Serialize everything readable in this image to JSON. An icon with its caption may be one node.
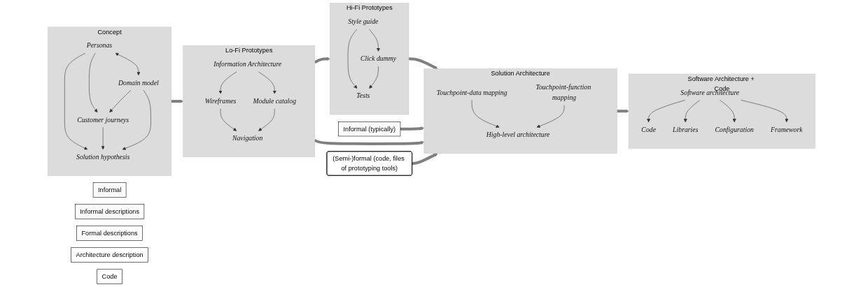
{
  "diagram": {
    "nodes": [
      {
        "text": [
          "Concept"
        ]
      },
      {
        "text": [
          "Domain model"
        ],
        "in": 0
      },
      {
        "text": [
          "Personas"
        ],
        "in": 0
      },
      {
        "text": [
          "Customer journeys"
        ],
        "in": 0
      },
      {
        "text": [
          "Solution hypothesis"
        ],
        "in": 0
      },
      {
        "text": [
          "Informal (typically)"
        ]
      },
      {
        "text": [
          "Lo-Fi Prototypes"
        ]
      },
      {
        "text": [
          "Information Architecture"
        ],
        "in": 6
      },
      {
        "text": [
          "Wireframes"
        ],
        "in": 6
      },
      {
        "text": [
          "Module catalog"
        ],
        "in": 6
      },
      {
        "text": [
          "Navigation"
        ],
        "in": 6
      },
      {
        "text": [
          "Informal"
        ]
      },
      {
        "text": [
          "Hi-Fi Prototypes"
        ]
      },
      {
        "text": [
          "Style guide"
        ],
        "in": 12
      },
      {
        "text": [
          "Click dummy"
        ],
        "in": 12
      },
      {
        "text": [
          "Tests"
        ],
        "in": 12
      },
      {
        "text": [
          "(Semi-)formal (code, files of prototyping tools)"
        ]
      },
      {
        "text": [
          "Solution Architecture"
        ]
      },
      {
        "text": [
          "Touchpoint-data mapping"
        ],
        "in": 17
      },
      {
        "text": [
          "Touchpoint-function mapping"
        ],
        "in": 17
      },
      {
        "text": [
          "High-level architecture"
        ],
        "in": 17
      },
      {
        "text": [
          "Informal descriptions"
        ]
      },
      {
        "text": [
          "Formal descriptions"
        ]
      },
      {
        "text": [
          "Software Architecture + Code"
        ]
      },
      {
        "text": [
          "Software architecture"
        ],
        "in": 23
      },
      {
        "text": [
          "Code"
        ],
        "in": 23
      },
      {
        "text": [
          "Libraries"
        ],
        "in": 23
      },
      {
        "text": [
          "Configuration"
        ],
        "in": 23
      },
      {
        "text": [
          "Framework"
        ],
        "in": 23
      },
      {
        "text": [
          "Architecture description"
        ]
      },
      {
        "text": [
          "Code"
        ]
      }
    ],
    "edges": [
      {
        "from": 0,
        "to": 6,
        "arrow": "to",
        "style": "thick",
        "color": "#808080"
      },
      {
        "from": 6,
        "to": 12,
        "arrow": "to",
        "style": "thick",
        "color": "#808080"
      },
      {
        "from": 12,
        "to": 17,
        "arrow": "to",
        "style": "thick",
        "color": "#808080"
      },
      {
        "from": 17,
        "to": 23,
        "arrow": "to",
        "style": "thick",
        "color": "#808080"
      },
      {
        "from": 5,
        "to": 17,
        "arrow": "to",
        "style": "thick",
        "color": "#808080"
      },
      {
        "from": 6,
        "to": 17,
        "arrow": "to",
        "style": "thick",
        "color": "#808080"
      },
      {
        "from": 16,
        "to": 17,
        "arrow": "to",
        "style": "thick",
        "color": "#808080"
      },
      {
        "from": 2,
        "to": 1,
        "arrow": "both"
      },
      {
        "from": 2,
        "to": 3,
        "arrow": "to"
      },
      {
        "from": 1,
        "to": 3,
        "arrow": "to"
      },
      {
        "from": 2,
        "to": 4,
        "arrow": "to"
      },
      {
        "from": 3,
        "to": 4,
        "arrow": "to"
      },
      {
        "from": 1,
        "to": 4,
        "arrow": "to"
      },
      {
        "from": 7,
        "to": 8,
        "arrow": "to"
      },
      {
        "from": 7,
        "to": 9,
        "arrow": "to"
      },
      {
        "from": 8,
        "to": 10,
        "arrow": "to"
      },
      {
        "from": 9,
        "to": 10,
        "arrow": "to"
      },
      {
        "from": 13,
        "to": 14,
        "arrow": "to"
      },
      {
        "from": 13,
        "to": 15,
        "arrow": "to"
      },
      {
        "from": 14,
        "to": 15,
        "arrow": "to"
      },
      {
        "from": 18,
        "to": 20,
        "arrow": "to"
      },
      {
        "from": 19,
        "to": 20,
        "arrow": "to"
      },
      {
        "from": 24,
        "to": 25,
        "arrow": "to"
      },
      {
        "from": 24,
        "to": 26,
        "arrow": "to"
      },
      {
        "from": 24,
        "to": 27,
        "arrow": "to"
      },
      {
        "from": 24,
        "to": 28,
        "arrow": "to"
      }
    ]
  }
}
